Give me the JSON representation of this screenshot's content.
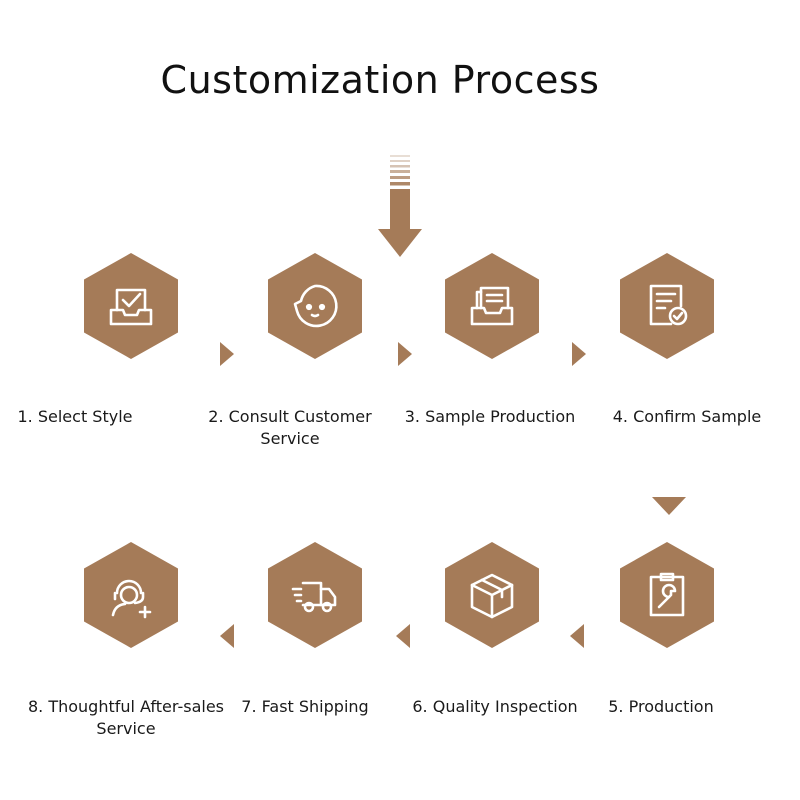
{
  "title": "Customization Process",
  "colors": {
    "accent": "#a57b58",
    "text": "#1a1a1a"
  },
  "steps": [
    {
      "label": "1. Select Style",
      "icon": "inbox-check-icon"
    },
    {
      "label": "2. Consult Customer Service",
      "icon": "chat-face-icon"
    },
    {
      "label": "3. Sample Production",
      "icon": "document-tray-icon"
    },
    {
      "label": "4. Confirm Sample",
      "icon": "document-check-icon"
    },
    {
      "label": "5. Production",
      "icon": "clipboard-wrench-icon"
    },
    {
      "label": "6. Quality Inspection",
      "icon": "package-box-icon"
    },
    {
      "label": "7. Fast Shipping",
      "icon": "delivery-truck-icon"
    },
    {
      "label": "8. Thoughtful After-sales Service",
      "icon": "support-agent-icon"
    }
  ]
}
